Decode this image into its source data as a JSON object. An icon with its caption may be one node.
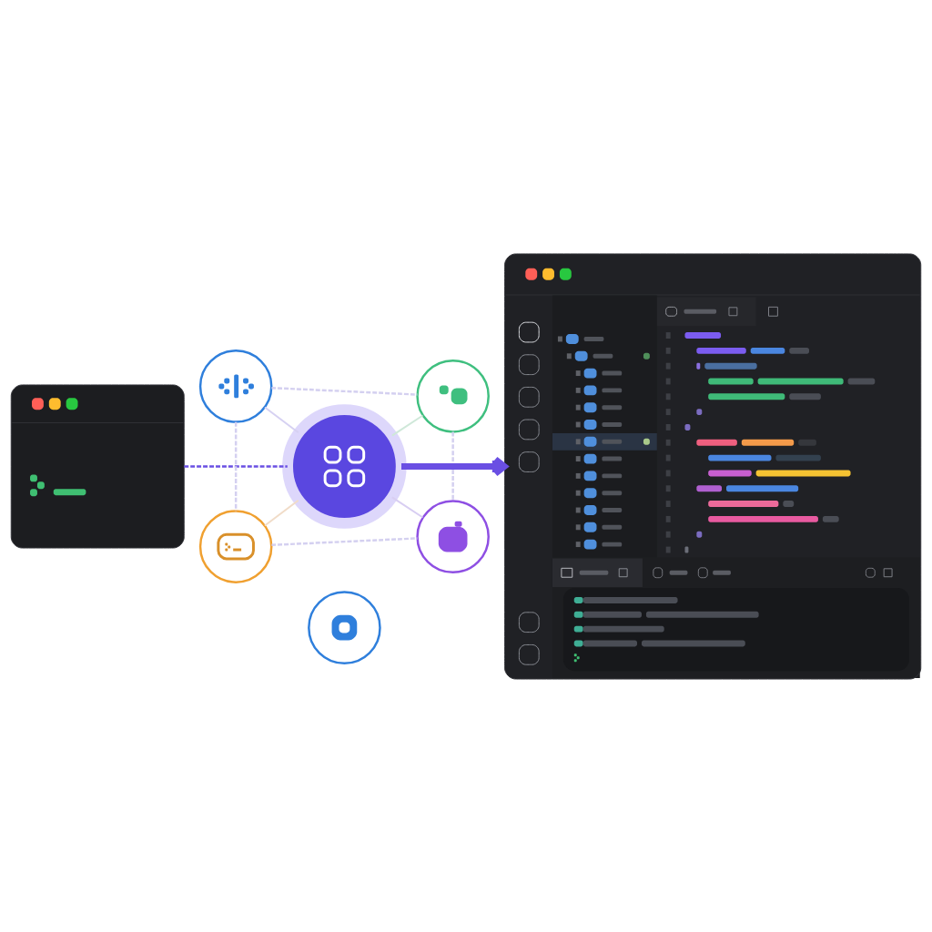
{
  "diagram": {
    "nodes": [
      {
        "text": [],
        "shape": "picture"
      },
      {
        "text": [],
        "shape": "circle"
      },
      {
        "text": [],
        "shape": "circle"
      },
      {
        "text": [],
        "shape": "circle"
      },
      {
        "text": [],
        "shape": "circle"
      },
      {
        "text": [],
        "shape": "circle"
      },
      {
        "text": [],
        "shape": "circle"
      },
      {
        "text": [],
        "shape": "picture"
      }
    ],
    "edges": [
      {
        "from": 0,
        "to": 3,
        "arrow": "none",
        "style": "dashed",
        "color": "#6a4fe3"
      },
      {
        "from": 3,
        "to": 7,
        "arrow": "to",
        "style": "thick",
        "color": "#6a4fe3"
      },
      {
        "from": 3,
        "to": 1,
        "arrow": "none",
        "color": "#d6d1f2"
      },
      {
        "from": 3,
        "to": 2,
        "arrow": "none",
        "color": "#cfe8d9"
      },
      {
        "from": 3,
        "to": 4,
        "arrow": "none",
        "color": "#f1dcc8"
      },
      {
        "from": 3,
        "to": 5,
        "arrow": "none",
        "color": "#d8cef2"
      },
      {
        "from": 1,
        "to": 2,
        "arrow": "none",
        "style": "dashed",
        "color": "#d4d0f0"
      },
      {
        "from": 2,
        "to": 5,
        "arrow": "none",
        "style": "dashed",
        "color": "#d4d0f0"
      },
      {
        "from": 4,
        "to": 5,
        "arrow": "none",
        "style": "dashed",
        "color": "#d4d0f0"
      },
      {
        "from": 1,
        "to": 4,
        "arrow": "none",
        "style": "dashed",
        "color": "#d4d0f0"
      }
    ]
  }
}
